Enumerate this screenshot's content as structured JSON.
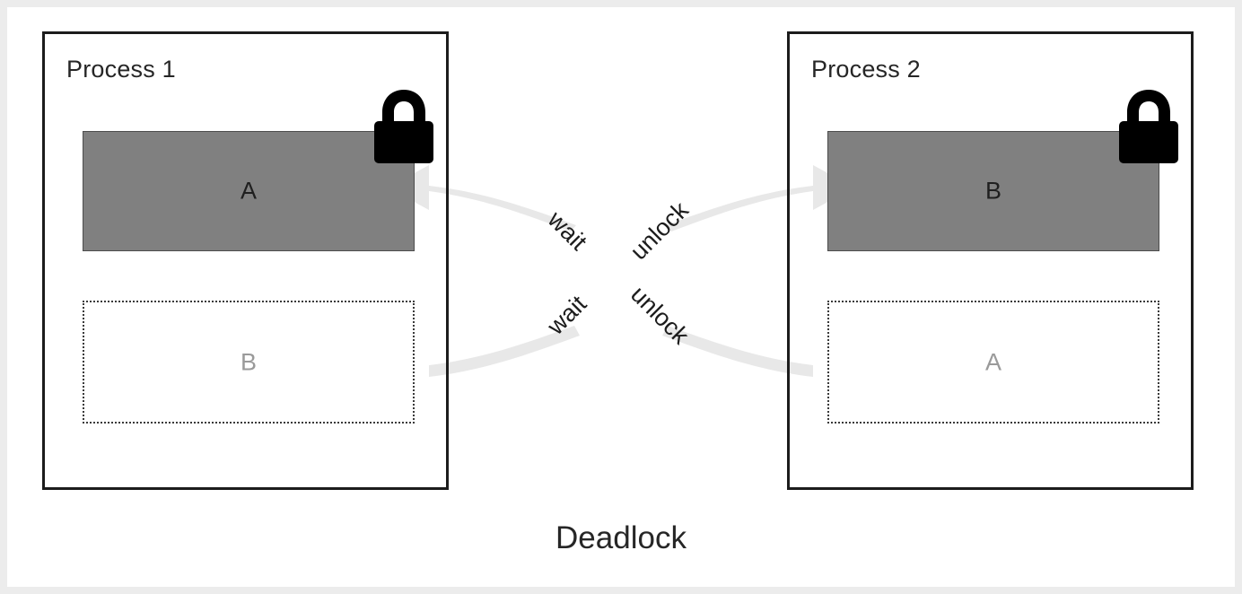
{
  "diagram": {
    "caption": "Deadlock",
    "colors": {
      "page_background": "#ececec",
      "canvas_background": "#ffffff",
      "box_border": "#1c1c1c",
      "held_resource_fill": "#808080",
      "held_resource_text": "#1f1f1f",
      "waiting_resource_text": "#9a9a9a",
      "arrow": "#e8e8e8",
      "lock": "#000000",
      "title_text": "#262626"
    },
    "processes": [
      {
        "title": "Process 1",
        "held_resource": {
          "label": "A",
          "state": "locked",
          "lock_icon": "padlock-closed-icon"
        },
        "waiting_resource": {
          "label": "B",
          "state": "waiting"
        }
      },
      {
        "title": "Process 2",
        "held_resource": {
          "label": "B",
          "state": "locked",
          "lock_icon": "padlock-closed-icon"
        },
        "waiting_resource": {
          "label": "A",
          "state": "waiting"
        }
      }
    ],
    "edges": [
      {
        "id": "wait-top",
        "label": "wait",
        "from": "process-2-held-B",
        "to": "process-1-held-A",
        "arrowhead": true
      },
      {
        "id": "unlock-top",
        "label": "unlock",
        "from": "center",
        "to": "process-2-held-B",
        "arrowhead": true
      },
      {
        "id": "wait-bottom",
        "label": "wait",
        "from": "process-1-waiting-B",
        "to": "center",
        "arrowhead": false
      },
      {
        "id": "unlock-bottom",
        "label": "unlock",
        "from": "center",
        "to": "process-2-waiting-A",
        "arrowhead": false
      }
    ]
  }
}
